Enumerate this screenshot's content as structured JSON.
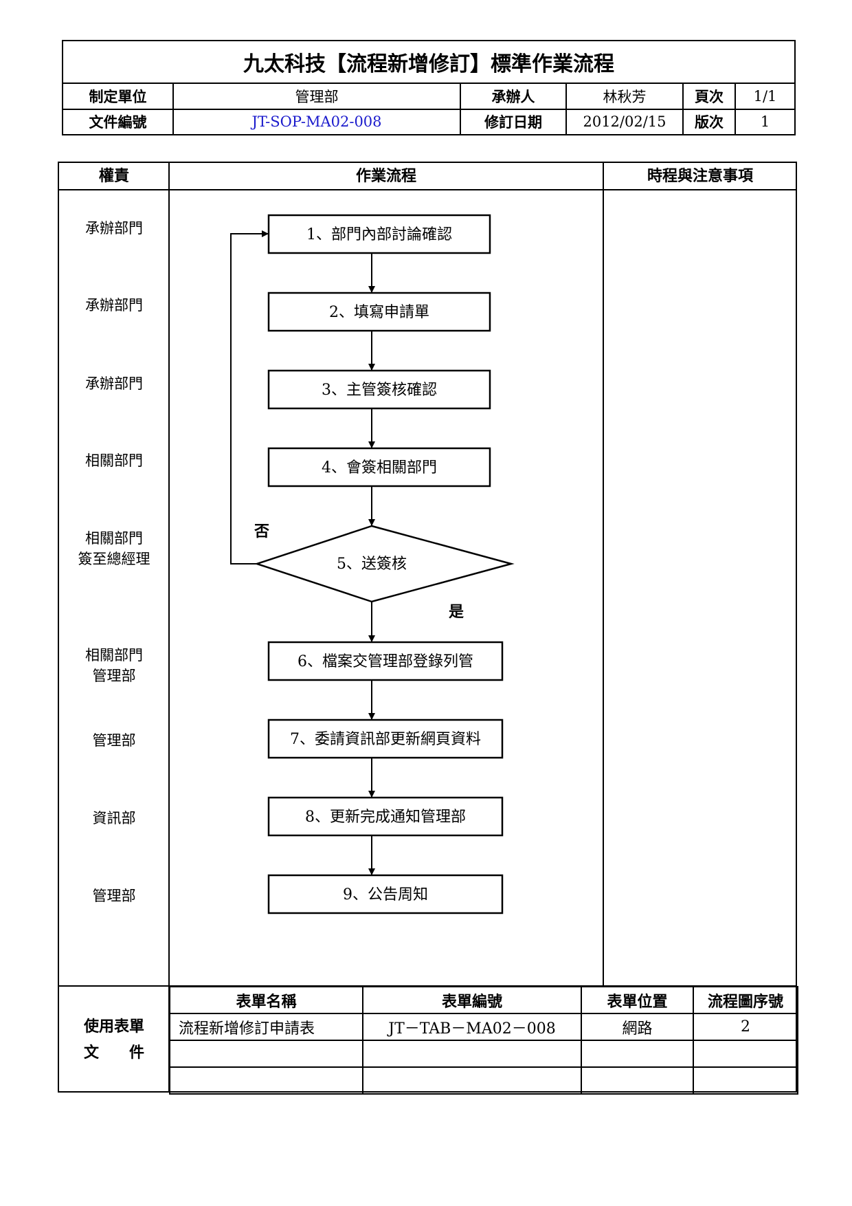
{
  "header": {
    "title": "九太科技【流程新增修訂】標準作業流程",
    "unit_label": "制定單位",
    "unit_value": "管理部",
    "handler_label": "承辦人",
    "handler_value": "林秋芳",
    "page_label": "頁次",
    "page_value": "1/1",
    "docno_label": "文件編號",
    "docno_value": "JT-SOP-MA02-008",
    "revdate_label": "修訂日期",
    "revdate_value": "2012/02/15",
    "version_label": "版次",
    "version_value": "1"
  },
  "columns": {
    "responsibility": "權責",
    "process": "作業流程",
    "notes": "時程與注意事項"
  },
  "roles": [
    {
      "line1": "承辦部門",
      "line2": ""
    },
    {
      "line1": "承辦部門",
      "line2": ""
    },
    {
      "line1": "承辦部門",
      "line2": ""
    },
    {
      "line1": "相關部門",
      "line2": ""
    },
    {
      "line1": "相關部門",
      "line2": "簽至總經理"
    },
    {
      "line1": "相關部門",
      "line2": "管理部"
    },
    {
      "line1": "管理部",
      "line2": ""
    },
    {
      "line1": "資訊部",
      "line2": ""
    },
    {
      "line1": "管理部",
      "line2": ""
    }
  ],
  "steps": [
    "1、部門內部討論確認",
    "2、填寫申請單",
    "3、主管簽核確認",
    "4、會簽相關部門",
    "5、送簽核",
    "6、檔案交管理部登錄列管",
    "7、委請資訊部更新網頁資料",
    "8、更新完成通知管理部",
    "9、公告周知"
  ],
  "decision": {
    "no_label": "否",
    "yes_label": "是"
  },
  "forms": {
    "label_line1": "使用表單",
    "label_line2_a": "文",
    "label_line2_b": "件",
    "headers": [
      "表單名稱",
      "表單編號",
      "表單位置",
      "流程圖序號"
    ],
    "rows": [
      [
        "流程新增修訂申請表",
        "JT－TAB－MA02－008",
        "網路",
        "2"
      ],
      [
        "",
        "",
        "",
        ""
      ],
      [
        "",
        "",
        "",
        ""
      ]
    ]
  },
  "colors": {
    "doc_number": "#1a1acc",
    "line": "#000000"
  }
}
